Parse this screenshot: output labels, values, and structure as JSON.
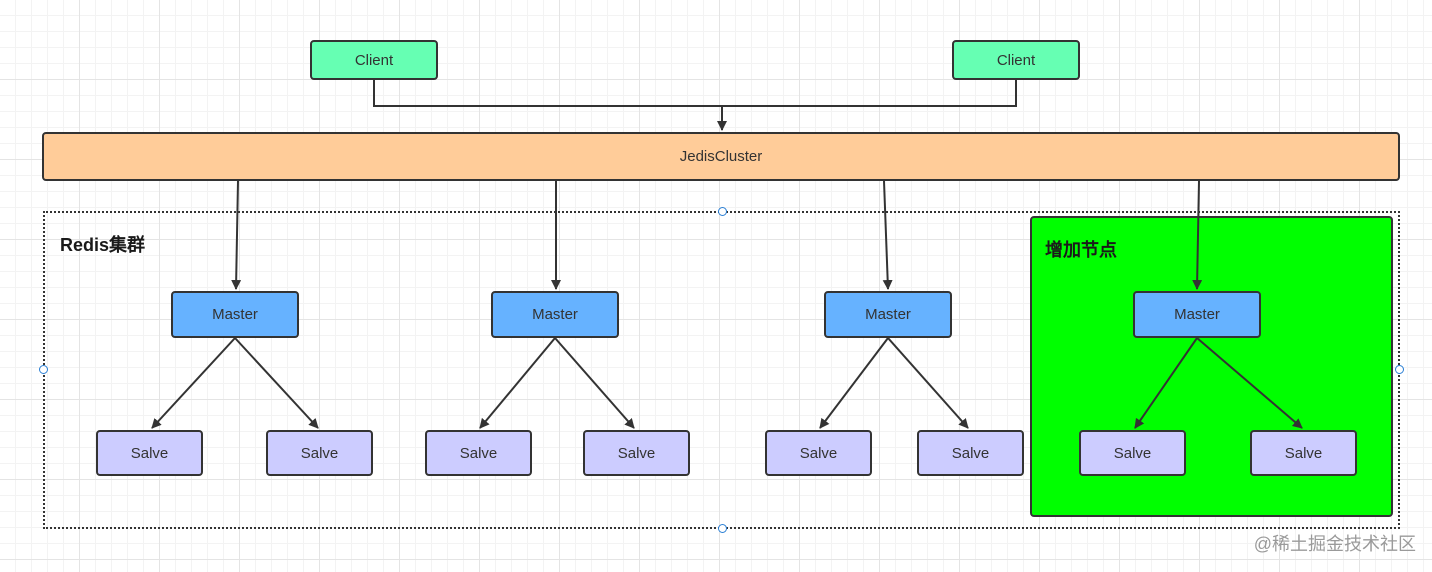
{
  "diagram": {
    "clients": [
      {
        "label": "Client"
      },
      {
        "label": "Client"
      }
    ],
    "jedis": {
      "label": "JedisCluster"
    },
    "cluster": {
      "label": "Redis集群"
    },
    "new_node_group": {
      "label": "增加节点"
    },
    "masters": [
      {
        "label": "Master"
      },
      {
        "label": "Master"
      },
      {
        "label": "Master"
      },
      {
        "label": "Master"
      }
    ],
    "slaves": [
      {
        "label": "Salve"
      },
      {
        "label": "Salve"
      },
      {
        "label": "Salve"
      },
      {
        "label": "Salve"
      },
      {
        "label": "Salve"
      },
      {
        "label": "Salve"
      },
      {
        "label": "Salve"
      },
      {
        "label": "Salve"
      }
    ],
    "colors": {
      "client": "#66ffb3",
      "jedis": "#ffcc99",
      "master": "#66b2ff",
      "slave": "#ccccff",
      "new_node_group": "#00ff00",
      "stroke": "#333333",
      "selection_handle": "#2a7fd4"
    }
  },
  "watermark": {
    "text": "@稀土掘金技术社区"
  }
}
